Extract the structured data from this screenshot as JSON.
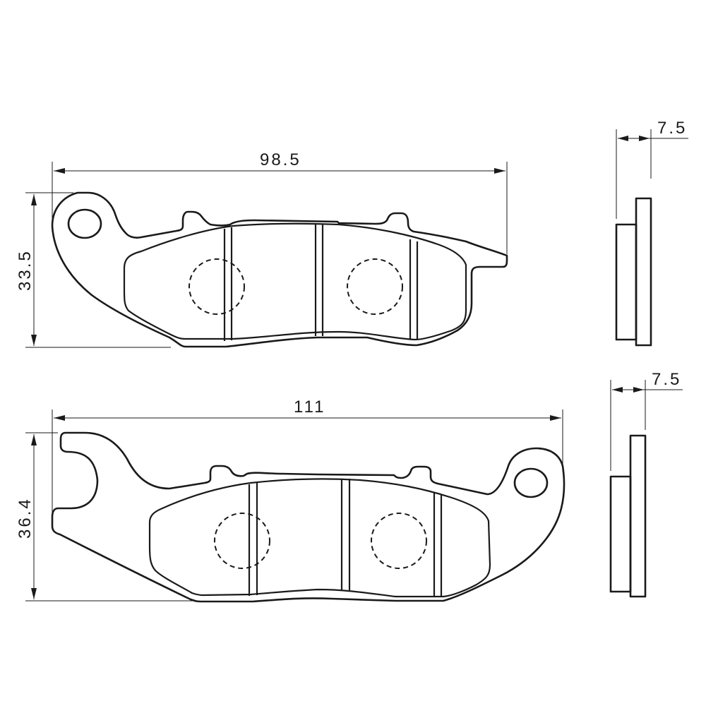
{
  "drawing": {
    "top_pad": {
      "width_label": "98.5",
      "height_label": "33.5",
      "thickness_label": "7.5"
    },
    "bottom_pad": {
      "width_label": "111",
      "height_label": "36.4",
      "thickness_label": "7.5"
    },
    "colors": {
      "line": "#1a1a1a",
      "background": "#ffffff"
    }
  }
}
